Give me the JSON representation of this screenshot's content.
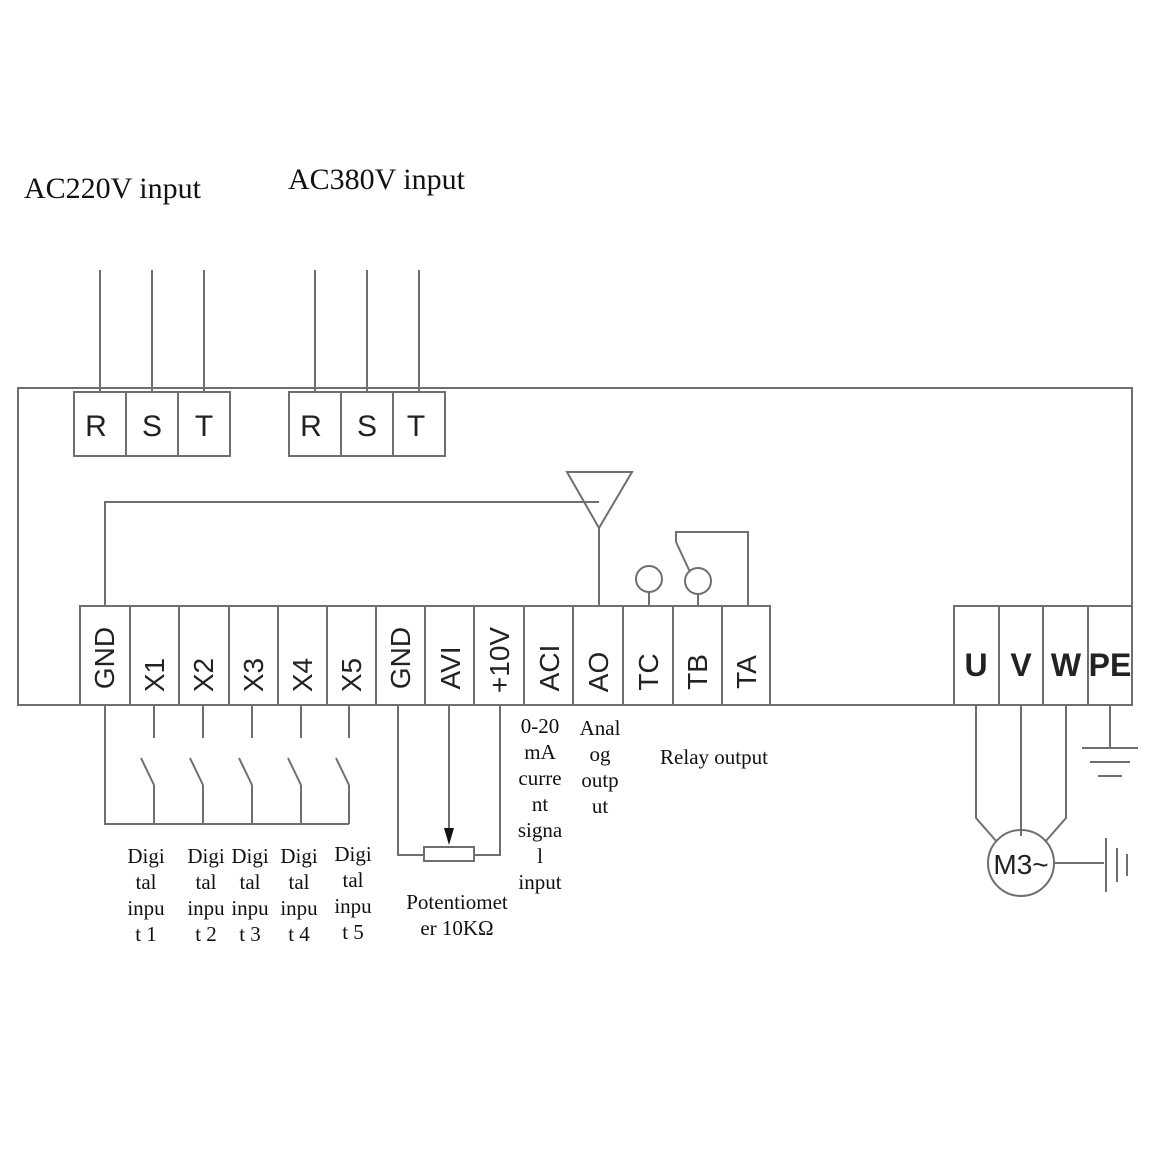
{
  "inputs": {
    "ac220_label": "AC220V input",
    "ac380_label": "AC380V input",
    "ac220_terminals": [
      "R",
      "S",
      "T"
    ],
    "ac380_terminals": [
      "R",
      "S",
      "T"
    ]
  },
  "control_terminals": [
    "GND",
    "X1",
    "X2",
    "X3",
    "X4",
    "X5",
    "GND",
    "AVI",
    "+10V",
    "ACI",
    "AO",
    "TC",
    "TB",
    "TA"
  ],
  "output_terminals": [
    "U",
    "V",
    "W",
    "PE"
  ],
  "captions": {
    "digital_inputs": [
      [
        "Digi",
        "tal",
        "inpu",
        "t 1"
      ],
      [
        "Digi",
        "tal",
        "inpu",
        "t 2"
      ],
      [
        "Digi",
        "tal",
        "inpu",
        "t 3"
      ],
      [
        "Digi",
        "tal",
        "inpu",
        "t 4"
      ],
      [
        "Digi",
        "tal",
        "inpu",
        "t 5"
      ]
    ],
    "potentiometer": [
      "Potentiomet",
      "er 10KΩ"
    ],
    "aci": [
      "0-20",
      "mA",
      "curre",
      "nt",
      "signa",
      "l",
      "input"
    ],
    "ao": [
      "Anal",
      "og",
      "outp",
      "ut"
    ],
    "relay": "Relay output"
  },
  "motor_label": "M3~"
}
